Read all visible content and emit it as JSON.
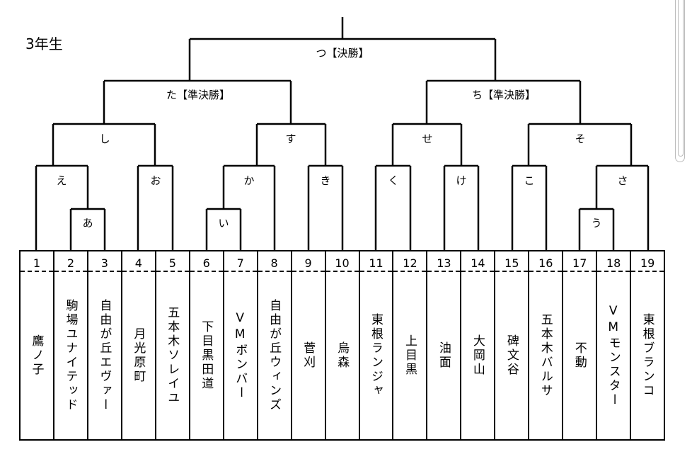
{
  "page": {
    "title": "3年生"
  },
  "matches": {
    "final": "つ【決勝】",
    "semi_left": "た【準決勝】",
    "semi_right": "ち【準決勝】",
    "shi": "し",
    "su": "す",
    "se": "せ",
    "so": "そ",
    "e": "え",
    "o": "お",
    "ka": "か",
    "ki": "き",
    "ku": "く",
    "ke": "け",
    "ko": "こ",
    "sa": "さ",
    "a": "あ",
    "i": "い",
    "u": "う"
  },
  "teams": [
    {
      "num": "1",
      "name": "鷹ノ子"
    },
    {
      "num": "2",
      "name": "駒場ユナイテッド"
    },
    {
      "num": "3",
      "name": "自由が丘エヴァー"
    },
    {
      "num": "4",
      "name": "月光原町"
    },
    {
      "num": "5",
      "name": "五本木ソレイユ"
    },
    {
      "num": "6",
      "name": "下目黒田道"
    },
    {
      "num": "7",
      "name": "VMボンバー"
    },
    {
      "num": "8",
      "name": "自由が丘ウィンズ"
    },
    {
      "num": "9",
      "name": "菅刈"
    },
    {
      "num": "10",
      "name": "烏森"
    },
    {
      "num": "11",
      "name": "東根ランジャ"
    },
    {
      "num": "12",
      "name": "上目黒"
    },
    {
      "num": "13",
      "name": "油面"
    },
    {
      "num": "14",
      "name": "大岡山"
    },
    {
      "num": "15",
      "name": "碑文谷"
    },
    {
      "num": "16",
      "name": "五本木バルサ"
    },
    {
      "num": "17",
      "name": "不動"
    },
    {
      "num": "18",
      "name": "VMモンスター"
    },
    {
      "num": "19",
      "name": "東根ブランコ"
    }
  ]
}
